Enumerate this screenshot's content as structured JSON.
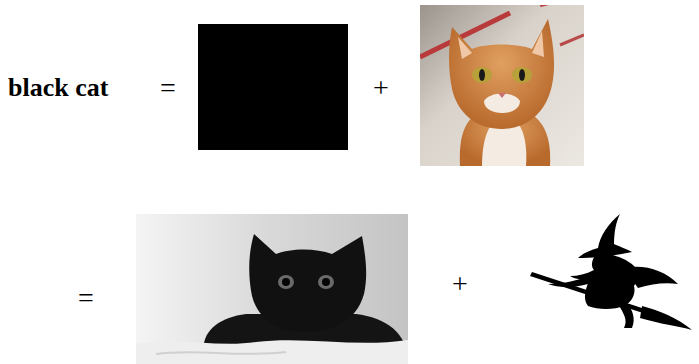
{
  "diagram": {
    "labels": [
      "black cat",
      "=",
      "+",
      "=",
      "+"
    ]
  }
}
